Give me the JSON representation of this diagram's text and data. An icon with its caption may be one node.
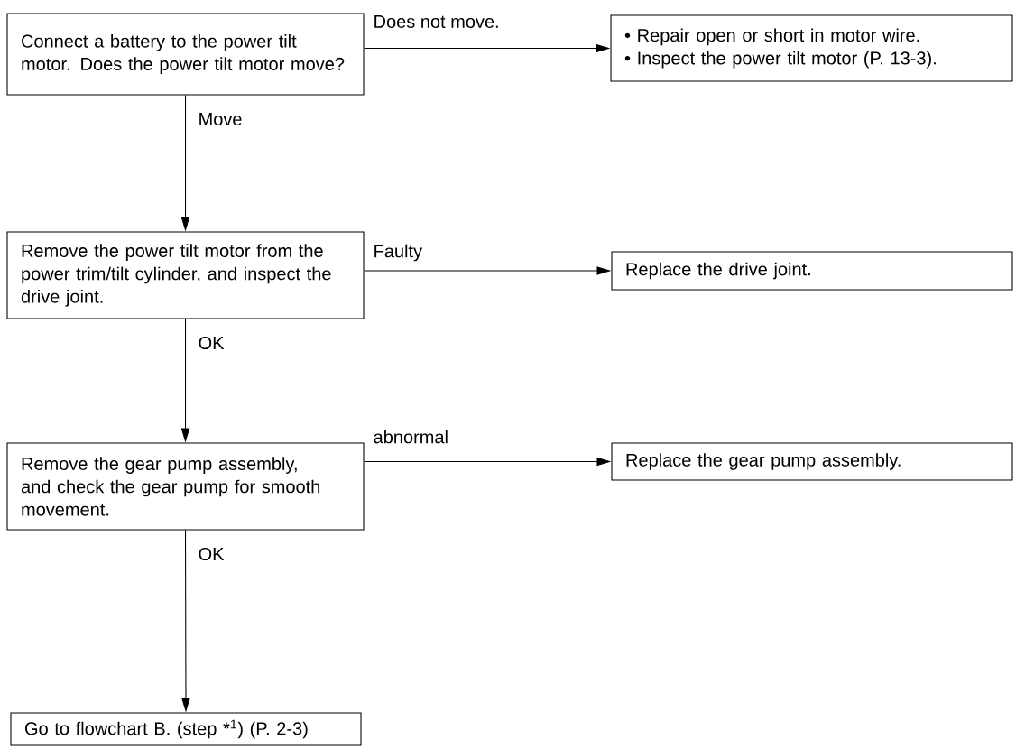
{
  "diagram": {
    "nodes": [
      {
        "text": [
          "Connect a battery to the power tilt motor. Does the power tilt motor move?"
        ]
      },
      {
        "text": [
          "• Repair open or short in motor wire.",
          "• Inspect the power tilt motor (P. 13-3)."
        ]
      },
      {
        "text": [
          "Remove the power tilt motor from the power trim/tilt cylinder, and inspect the drive joint."
        ]
      },
      {
        "text": [
          "Replace the drive joint."
        ]
      },
      {
        "text": [
          "Remove the gear pump assembly, and check the gear pump for smooth movement."
        ]
      },
      {
        "text": [
          "Replace the gear pump assembly."
        ]
      },
      {
        "text": [
          "Go to flowchart B. (step *$^{1}$) (P. 2-3)"
        ]
      }
    ],
    "edges": [
      {
        "from": 0,
        "to": 1,
        "arrow": "to",
        "label": "Does not move."
      },
      {
        "from": 0,
        "to": 2,
        "arrow": "to",
        "label": "Move"
      },
      {
        "from": 2,
        "to": 3,
        "arrow": "to",
        "label": "Faulty"
      },
      {
        "from": 2,
        "to": 4,
        "arrow": "to",
        "label": "OK"
      },
      {
        "from": 4,
        "to": 5,
        "arrow": "to",
        "label": "abnormal"
      },
      {
        "from": 4,
        "to": 6,
        "arrow": "to",
        "label": "OK"
      }
    ]
  }
}
